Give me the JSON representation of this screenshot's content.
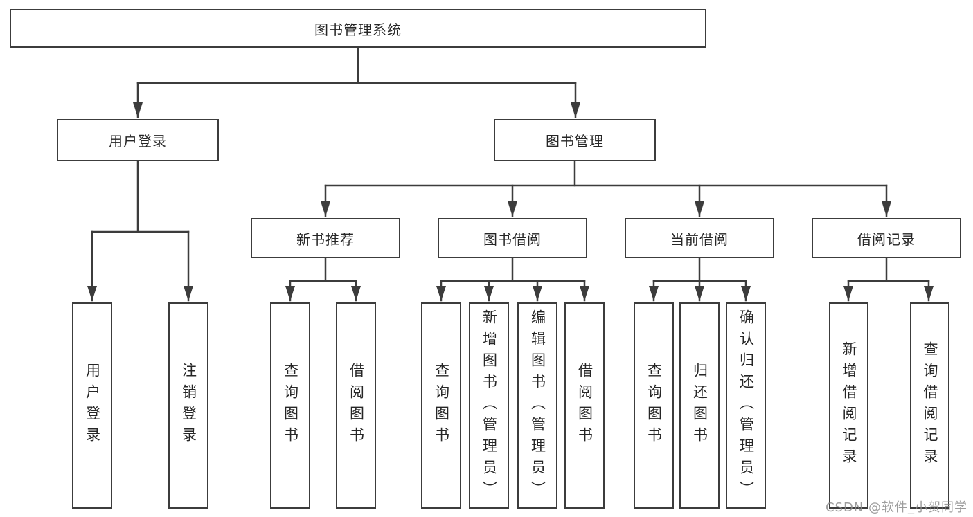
{
  "diagram": {
    "root": {
      "label": "图书管理系统"
    },
    "level2": [
      {
        "id": "user-login",
        "label": "用户登录"
      },
      {
        "id": "book-management",
        "label": "图书管理"
      }
    ],
    "level3": [
      {
        "id": "new-book-recommendation",
        "label": "新书推荐"
      },
      {
        "id": "book-borrowing",
        "label": "图书借阅"
      },
      {
        "id": "current-borrowing",
        "label": "当前借阅"
      },
      {
        "id": "borrowing-records",
        "label": "借阅记录"
      }
    ],
    "leaves": [
      {
        "id": "user-login",
        "label": "用户登录"
      },
      {
        "id": "logout",
        "label": "注销登录"
      },
      {
        "id": "query-books-recommend",
        "label": "查询图书"
      },
      {
        "id": "borrow-books-recommend",
        "label": "借阅图书"
      },
      {
        "id": "query-books-borrowing",
        "label": "查询图书"
      },
      {
        "id": "add-books-admin",
        "label": "新增图书（管理员）"
      },
      {
        "id": "edit-books-admin",
        "label": "编辑图书（管理员）"
      },
      {
        "id": "borrow-books-borrowing",
        "label": "借阅图书"
      },
      {
        "id": "query-books-current",
        "label": "查询图书"
      },
      {
        "id": "return-books",
        "label": "归还图书"
      },
      {
        "id": "confirm-return-admin",
        "label": "确认归还（管理员）"
      },
      {
        "id": "add-borrow-record",
        "label": "新增借阅记录"
      },
      {
        "id": "query-borrow-record",
        "label": "查询借阅记录"
      }
    ]
  },
  "watermark": {
    "text": "CSDN @软件_小贺同学"
  },
  "colors": {
    "line": "#3c3c3c",
    "text": "#262626",
    "watermark": "#8c8c8c",
    "background": "#ffffff"
  }
}
